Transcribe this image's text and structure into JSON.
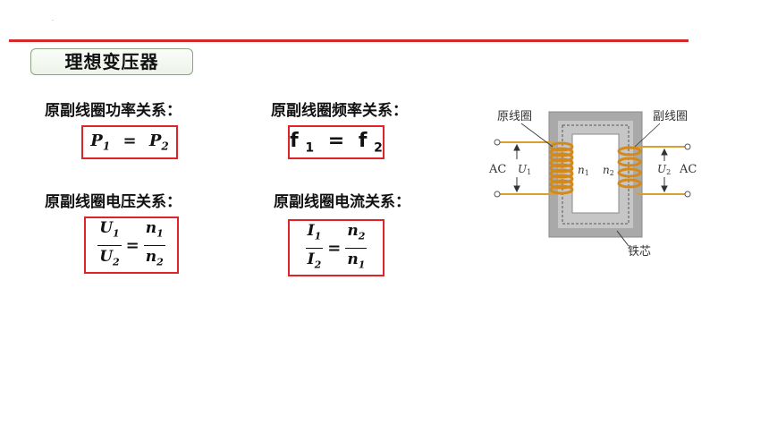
{
  "title": "理想变压器",
  "sections": {
    "power": {
      "label": "原副线圈功率关系：",
      "lhs": "P",
      "lhs_sub": "1",
      "op": "=",
      "rhs": "P",
      "rhs_sub": "2"
    },
    "frequency": {
      "label": "原副线圈频率关系：",
      "lhs": "f",
      "lhs_sub": "1",
      "op": "=",
      "rhs": "f",
      "rhs_sub": "2"
    },
    "voltage": {
      "label": "原副线圈电压关系：",
      "num1": "U",
      "num1_sub": "1",
      "den1": "U",
      "den1_sub": "2",
      "op": "=",
      "num2": "n",
      "num2_sub": "1",
      "den2": "n",
      "den2_sub": "2"
    },
    "current": {
      "label": "原副线圈电流关系：",
      "num1": "I",
      "num1_sub": "1",
      "den1": "I",
      "den1_sub": "2",
      "op": "=",
      "num2": "n",
      "num2_sub": "2",
      "den2": "n",
      "den2_sub": "1"
    }
  },
  "diagram": {
    "primary_coil_label": "原线圈",
    "secondary_coil_label": "副线圈",
    "core_label": "铁芯",
    "ac_left": "AC",
    "ac_right": "AC",
    "u1": "U",
    "u1_sub": "1",
    "u2": "U",
    "u2_sub": "2",
    "n1": "n",
    "n1_sub": "1",
    "n2": "n",
    "n2_sub": "2",
    "colors": {
      "core": "#a9a9a9",
      "core_inner": "#c8c8c8",
      "coil": "#d48a1a",
      "wire": "#d9a030"
    }
  }
}
